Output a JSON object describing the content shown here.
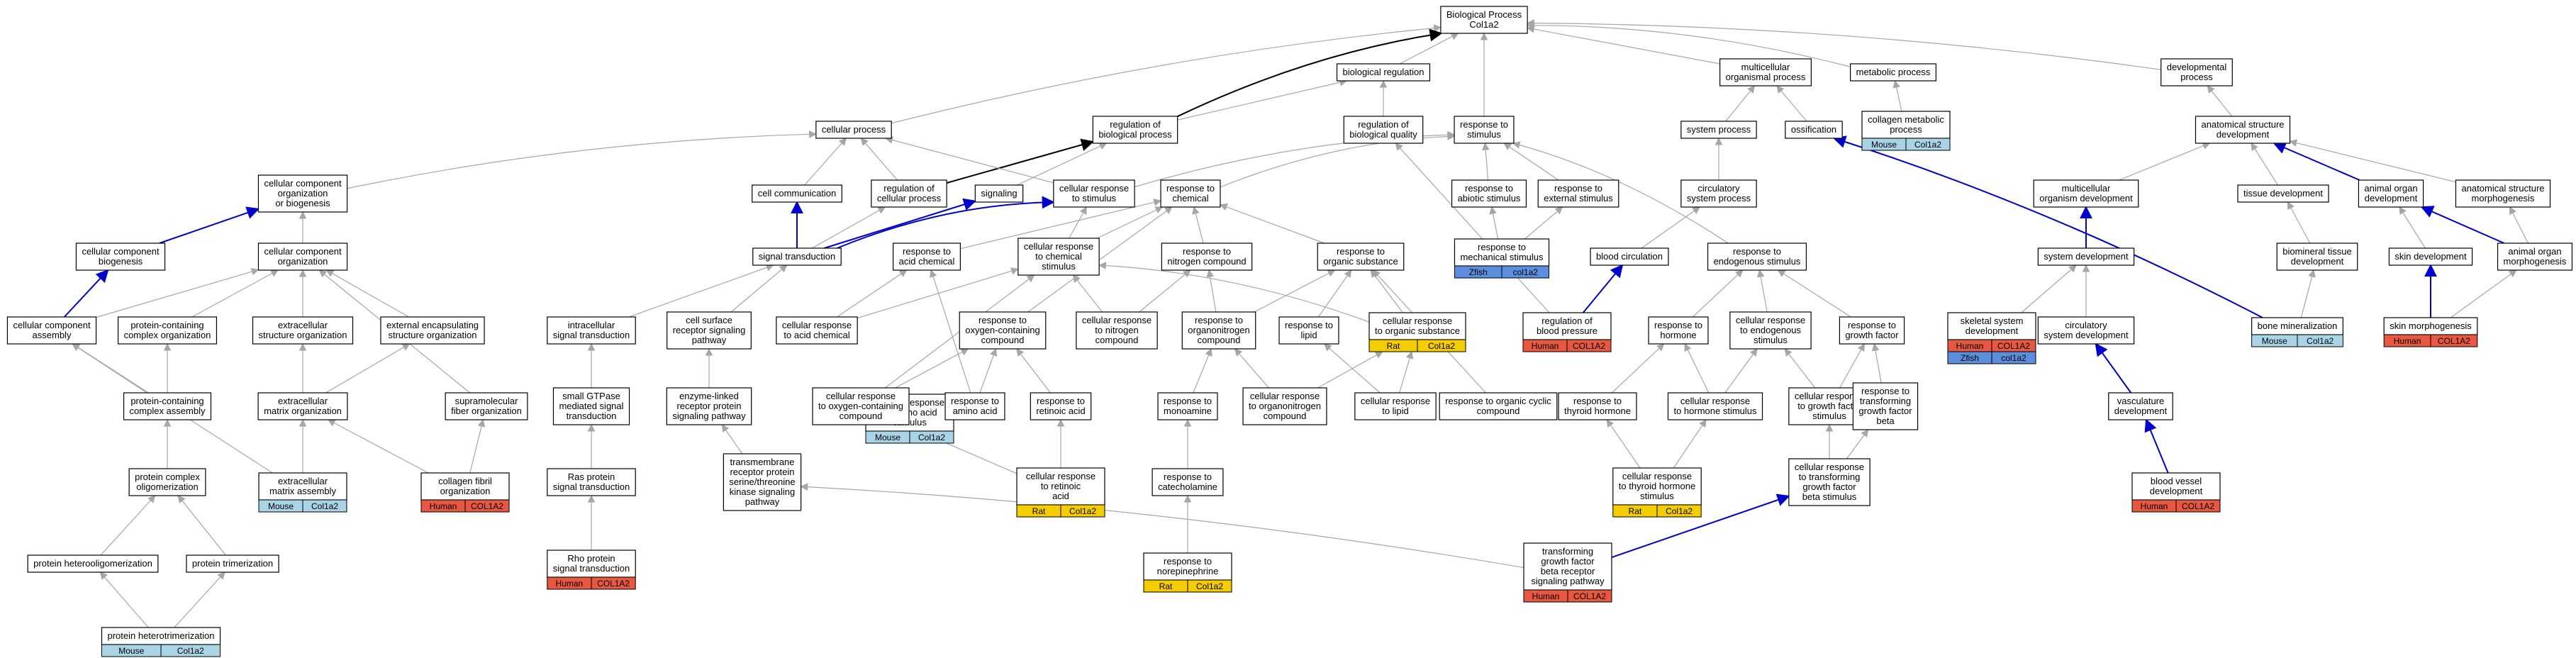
{
  "colors": {
    "edge_default": "#a6a6a6",
    "edge_blue": "#0000cc",
    "edge_black": "#000000",
    "Human": "#e8573f",
    "Mouse": "#a8d4e6",
    "Rat": "#f5cc00",
    "Zfish": "#5b8fde"
  },
  "nodes": [
    {
      "id": "root",
      "lines": [
        "Biological Process",
        "Col1a2"
      ]
    },
    {
      "id": "bioreg",
      "lines": [
        "biological regulation"
      ]
    },
    {
      "id": "multorg",
      "lines": [
        "multicellular",
        "organismal process"
      ]
    },
    {
      "id": "metab",
      "lines": [
        "metabolic process"
      ]
    },
    {
      "id": "devproc",
      "lines": [
        "developmental",
        "process"
      ]
    },
    {
      "id": "cellproc",
      "lines": [
        "cellular process"
      ]
    },
    {
      "id": "regbio",
      "lines": [
        "regulation of",
        "biological process"
      ]
    },
    {
      "id": "regbq",
      "lines": [
        "regulation of",
        "biological quality"
      ]
    },
    {
      "id": "resp_stim",
      "lines": [
        "response to",
        "stimulus"
      ]
    },
    {
      "id": "sysproc",
      "lines": [
        "system process"
      ]
    },
    {
      "id": "ossif",
      "lines": [
        "ossification"
      ]
    },
    {
      "id": "collmet",
      "lines": [
        "collagen metabolic",
        "process"
      ],
      "tags": [
        [
          "Mouse",
          "Col1a2"
        ]
      ]
    },
    {
      "id": "asd",
      "lines": [
        "anatomical structure",
        "development"
      ]
    },
    {
      "id": "ccob",
      "lines": [
        "cellular component",
        "organization",
        "or biogenesis"
      ]
    },
    {
      "id": "cellcomm",
      "lines": [
        "cell communication"
      ]
    },
    {
      "id": "regcp",
      "lines": [
        "regulation of",
        "cellular process"
      ]
    },
    {
      "id": "signaling",
      "lines": [
        "signaling"
      ]
    },
    {
      "id": "crstim",
      "lines": [
        "cellular response",
        "to stimulus"
      ]
    },
    {
      "id": "rchem",
      "lines": [
        "response to",
        "chemical"
      ]
    },
    {
      "id": "rabio",
      "lines": [
        "response to",
        "abiotic stimulus"
      ]
    },
    {
      "id": "rext",
      "lines": [
        "response to",
        "external stimulus"
      ]
    },
    {
      "id": "circ",
      "lines": [
        "circulatory",
        "system process"
      ]
    },
    {
      "id": "mod",
      "lines": [
        "multicellular",
        "organism development"
      ]
    },
    {
      "id": "tissdev",
      "lines": [
        "tissue development"
      ]
    },
    {
      "id": "aod",
      "lines": [
        "animal organ",
        "development"
      ]
    },
    {
      "id": "asm",
      "lines": [
        "anatomical structure",
        "morphogenesis"
      ]
    },
    {
      "id": "ccb",
      "lines": [
        "cellular component",
        "biogenesis"
      ]
    },
    {
      "id": "cco",
      "lines": [
        "cellular component",
        "organization"
      ]
    },
    {
      "id": "sigtrans",
      "lines": [
        "signal transduction"
      ]
    },
    {
      "id": "racid",
      "lines": [
        "response to",
        "acid chemical"
      ]
    },
    {
      "id": "crchem",
      "lines": [
        "cellular response",
        "to chemical",
        "stimulus"
      ]
    },
    {
      "id": "rnitro",
      "lines": [
        "response to",
        "nitrogen compound"
      ]
    },
    {
      "id": "rorg",
      "lines": [
        "response to",
        "organic substance"
      ]
    },
    {
      "id": "rmech",
      "lines": [
        "response to",
        "mechanical stimulus"
      ],
      "tags": [
        [
          "Zfish",
          "col1a2"
        ]
      ]
    },
    {
      "id": "bloodcirc",
      "lines": [
        "blood circulation"
      ]
    },
    {
      "id": "rendo",
      "lines": [
        "response to",
        "endogenous stimulus"
      ]
    },
    {
      "id": "sysdev",
      "lines": [
        "system development"
      ]
    },
    {
      "id": "biomin",
      "lines": [
        "biomineral tissue",
        "development"
      ]
    },
    {
      "id": "skindev",
      "lines": [
        "skin development"
      ]
    },
    {
      "id": "aom",
      "lines": [
        "animal organ",
        "morphogenesis"
      ]
    },
    {
      "id": "cca",
      "lines": [
        "cellular component",
        "assembly"
      ]
    },
    {
      "id": "pcco",
      "lines": [
        "protein-containing",
        "complex organization"
      ]
    },
    {
      "id": "eso",
      "lines": [
        "extracellular",
        "structure organization"
      ]
    },
    {
      "id": "eeso",
      "lines": [
        "external encapsulating",
        "structure organization"
      ]
    },
    {
      "id": "ist",
      "lines": [
        "intracellular",
        "signal transduction"
      ]
    },
    {
      "id": "csrsp",
      "lines": [
        "cell surface",
        "receptor signaling",
        "pathway"
      ]
    },
    {
      "id": "cracid",
      "lines": [
        "cellular response",
        "to acid chemical"
      ]
    },
    {
      "id": "roc",
      "lines": [
        "response to",
        "oxygen-containing",
        "compound"
      ]
    },
    {
      "id": "crnitro",
      "lines": [
        "cellular response",
        "to nitrogen",
        "compound"
      ]
    },
    {
      "id": "rorgn",
      "lines": [
        "response to",
        "organonitrogen",
        "compound"
      ]
    },
    {
      "id": "rlipid",
      "lines": [
        "response to",
        "lipid"
      ]
    },
    {
      "id": "crorg",
      "lines": [
        "cellular response",
        "to organic substance"
      ],
      "tags": [
        [
          "Rat",
          "Col1a2"
        ]
      ]
    },
    {
      "id": "regbp",
      "lines": [
        "regulation of",
        "blood pressure"
      ],
      "tags": [
        [
          "Human",
          "COL1A2"
        ]
      ]
    },
    {
      "id": "rhorm",
      "lines": [
        "response to",
        "hormone"
      ]
    },
    {
      "id": "crendo",
      "lines": [
        "cellular response",
        "to endogenous",
        "stimulus"
      ]
    },
    {
      "id": "rgf",
      "lines": [
        "response to",
        "growth factor"
      ]
    },
    {
      "id": "skel",
      "lines": [
        "skeletal system",
        "development"
      ],
      "tags": [
        [
          "Human",
          "COL1A2"
        ],
        [
          "Zfish",
          "col1a2"
        ]
      ]
    },
    {
      "id": "csd",
      "lines": [
        "circulatory",
        "system development"
      ]
    },
    {
      "id": "bonemin",
      "lines": [
        "bone mineralization"
      ],
      "tags": [
        [
          "Mouse",
          "Col1a2"
        ]
      ]
    },
    {
      "id": "skinmorph",
      "lines": [
        "skin morphogenesis"
      ],
      "tags": [
        [
          "Human",
          "COL1A2"
        ]
      ]
    },
    {
      "id": "pcca",
      "lines": [
        "protein-containing",
        "complex assembly"
      ]
    },
    {
      "id": "ema",
      "lines": [
        "extracellular",
        "matrix organization"
      ]
    },
    {
      "id": "sfo",
      "lines": [
        "supramolecular",
        "fiber organization"
      ]
    },
    {
      "id": "sgtp",
      "lines": [
        "small GTPase",
        "mediated signal",
        "transduction"
      ]
    },
    {
      "id": "elrsp",
      "lines": [
        "enzyme-linked",
        "receptor protein",
        "signaling pathway"
      ]
    },
    {
      "id": "craa",
      "lines": [
        "cellular response",
        "to amino acid",
        "stimulus"
      ],
      "tags": [
        [
          "Mouse",
          "Col1a2"
        ]
      ]
    },
    {
      "id": "croc",
      "lines": [
        "cellular response",
        "to oxygen-containing",
        "compound"
      ]
    },
    {
      "id": "raa",
      "lines": [
        "response to",
        "amino acid"
      ]
    },
    {
      "id": "rra",
      "lines": [
        "response to",
        "retinoic acid"
      ]
    },
    {
      "id": "rmono",
      "lines": [
        "response to",
        "monoamine"
      ]
    },
    {
      "id": "crorgn",
      "lines": [
        "cellular response",
        "to organonitrogen",
        "compound"
      ]
    },
    {
      "id": "crlipid",
      "lines": [
        "cellular response",
        "to lipid"
      ]
    },
    {
      "id": "rocc",
      "lines": [
        "response to organic cyclic",
        "compound"
      ]
    },
    {
      "id": "rth",
      "lines": [
        "response to",
        "thyroid hormone"
      ]
    },
    {
      "id": "crhorm",
      "lines": [
        "cellular response",
        "to hormone stimulus"
      ]
    },
    {
      "id": "crgf",
      "lines": [
        "cellular response",
        "to growth factor",
        "stimulus"
      ]
    },
    {
      "id": "rtgfb",
      "lines": [
        "response to",
        "transforming",
        "growth factor",
        "beta"
      ]
    },
    {
      "id": "vasc",
      "lines": [
        "vasculature",
        "development"
      ]
    },
    {
      "id": "pco",
      "lines": [
        "protein complex",
        "oligomerization"
      ]
    },
    {
      "id": "ema2",
      "lines": [
        "extracellular",
        "matrix assembly"
      ],
      "tags": [
        [
          "Mouse",
          "Col1a2"
        ]
      ]
    },
    {
      "id": "cfo",
      "lines": [
        "collagen fibril",
        "organization"
      ],
      "tags": [
        [
          "Human",
          "COL1A2"
        ]
      ]
    },
    {
      "id": "ras",
      "lines": [
        "Ras protein",
        "signal transduction"
      ]
    },
    {
      "id": "tmrp",
      "lines": [
        "transmembrane",
        "receptor protein",
        "serine/threonine",
        "kinase signaling",
        "pathway"
      ]
    },
    {
      "id": "crra",
      "lines": [
        "cellular response",
        "to retinoic",
        "acid"
      ],
      "tags": [
        [
          "Rat",
          "Col1a2"
        ]
      ]
    },
    {
      "id": "rcat",
      "lines": [
        "response to",
        "catecholamine"
      ]
    },
    {
      "id": "crth",
      "lines": [
        "cellular response",
        "to thyroid hormone",
        "stimulus"
      ],
      "tags": [
        [
          "Rat",
          "Col1a2"
        ]
      ]
    },
    {
      "id": "crtgfb",
      "lines": [
        "cellular response",
        "to transforming",
        "growth factor",
        "beta stimulus"
      ]
    },
    {
      "id": "bvd",
      "lines": [
        "blood vessel",
        "development"
      ],
      "tags": [
        [
          "Human",
          "COL1A2"
        ]
      ]
    },
    {
      "id": "phet",
      "lines": [
        "protein heterooligomerization"
      ]
    },
    {
      "id": "ptri",
      "lines": [
        "protein trimerization"
      ]
    },
    {
      "id": "rho",
      "lines": [
        "Rho protein",
        "signal transduction"
      ],
      "tags": [
        [
          "Human",
          "COL1A2"
        ]
      ]
    },
    {
      "id": "tgfb",
      "lines": [
        "transforming",
        "growth factor",
        "beta receptor",
        "signaling pathway"
      ],
      "tags": [
        [
          "Human",
          "COL1A2"
        ]
      ]
    },
    {
      "id": "rnorep",
      "lines": [
        "response to",
        "norepinephrine"
      ],
      "tags": [
        [
          "Rat",
          "Col1a2"
        ]
      ]
    },
    {
      "id": "phett",
      "lines": [
        "protein heterotrimerization"
      ],
      "tags": [
        [
          "Mouse",
          "Col1a2"
        ]
      ]
    }
  ],
  "edges": [
    [
      "bioreg",
      "root",
      "g"
    ],
    [
      "multorg",
      "root",
      "g"
    ],
    [
      "metab",
      "root",
      "g"
    ],
    [
      "devproc",
      "root",
      "g"
    ],
    [
      "cellproc",
      "root",
      "g"
    ],
    [
      "regbio",
      "root",
      "k"
    ],
    [
      "resp_stim",
      "root",
      "g"
    ],
    [
      "regbio",
      "bioreg",
      "g"
    ],
    [
      "regbq",
      "bioreg",
      "g"
    ],
    [
      "sysproc",
      "multorg",
      "g"
    ],
    [
      "ossif",
      "multorg",
      "g"
    ],
    [
      "collmet",
      "metab",
      "g"
    ],
    [
      "asd",
      "devproc",
      "g"
    ],
    [
      "ccob",
      "cellproc",
      "g"
    ],
    [
      "cellcomm",
      "cellproc",
      "g"
    ],
    [
      "regcp",
      "cellproc",
      "g"
    ],
    [
      "regcp",
      "regbio",
      "k"
    ],
    [
      "signaling",
      "regbio",
      "g"
    ],
    [
      "crstim",
      "cellproc",
      "g"
    ],
    [
      "crstim",
      "resp_stim",
      "g"
    ],
    [
      "rchem",
      "resp_stim",
      "g"
    ],
    [
      "rabio",
      "resp_stim",
      "g"
    ],
    [
      "rext",
      "resp_stim",
      "g"
    ],
    [
      "circ",
      "sysproc",
      "g"
    ],
    [
      "mod",
      "asd",
      "g"
    ],
    [
      "tissdev",
      "asd",
      "g"
    ],
    [
      "aod",
      "asd",
      "b"
    ],
    [
      "asm",
      "asd",
      "g"
    ],
    [
      "ccb",
      "ccob",
      "b"
    ],
    [
      "cco",
      "ccob",
      "g"
    ],
    [
      "sigtrans",
      "cellcomm",
      "b"
    ],
    [
      "sigtrans",
      "signaling",
      "b"
    ],
    [
      "sigtrans",
      "crstim",
      "b"
    ],
    [
      "sigtrans",
      "regcp",
      "g"
    ],
    [
      "racid",
      "rchem",
      "g"
    ],
    [
      "crchem",
      "rchem",
      "g"
    ],
    [
      "crchem",
      "crstim",
      "g"
    ],
    [
      "rnitro",
      "rchem",
      "g"
    ],
    [
      "rorg",
      "rchem",
      "g"
    ],
    [
      "rmech",
      "rabio",
      "g"
    ],
    [
      "rmech",
      "rext",
      "g"
    ],
    [
      "bloodcirc",
      "circ",
      "g"
    ],
    [
      "rendo",
      "resp_stim",
      "g"
    ],
    [
      "sysdev",
      "mod",
      "b"
    ],
    [
      "biomin",
      "tissdev",
      "g"
    ],
    [
      "skindev",
      "aod",
      "g"
    ],
    [
      "aom",
      "aod",
      "b"
    ],
    [
      "aom",
      "asm",
      "g"
    ],
    [
      "cca",
      "ccb",
      "b"
    ],
    [
      "cca",
      "cco",
      "g"
    ],
    [
      "pcco",
      "cco",
      "g"
    ],
    [
      "eso",
      "cco",
      "g"
    ],
    [
      "eeso",
      "cco",
      "g"
    ],
    [
      "ist",
      "sigtrans",
      "g"
    ],
    [
      "csrsp",
      "sigtrans",
      "g"
    ],
    [
      "cracid",
      "racid",
      "g"
    ],
    [
      "cracid",
      "crchem",
      "g"
    ],
    [
      "roc",
      "rchem",
      "g"
    ],
    [
      "crnitro",
      "rnitro",
      "g"
    ],
    [
      "crnitro",
      "crchem",
      "g"
    ],
    [
      "rorgn",
      "rnitro",
      "g"
    ],
    [
      "rorgn",
      "rorg",
      "g"
    ],
    [
      "rlipid",
      "rorg",
      "g"
    ],
    [
      "crorg",
      "rorg",
      "g"
    ],
    [
      "crorg",
      "crchem",
      "g"
    ],
    [
      "regbp",
      "bloodcirc",
      "b"
    ],
    [
      "regbp",
      "regbq",
      "g"
    ],
    [
      "rhorm",
      "rendo",
      "g"
    ],
    [
      "crendo",
      "rendo",
      "g"
    ],
    [
      "rgf",
      "rendo",
      "g"
    ],
    [
      "skel",
      "sysdev",
      "g"
    ],
    [
      "csd",
      "sysdev",
      "g"
    ],
    [
      "bonemin",
      "biomin",
      "g"
    ],
    [
      "bonemin",
      "ossif",
      "b"
    ],
    [
      "skinmorph",
      "skindev",
      "b"
    ],
    [
      "skinmorph",
      "aom",
      "g"
    ],
    [
      "pcca",
      "pcco",
      "g"
    ],
    [
      "pcca",
      "cca",
      "g"
    ],
    [
      "ema",
      "eso",
      "g"
    ],
    [
      "ema",
      "eeso",
      "g"
    ],
    [
      "sfo",
      "cco",
      "g"
    ],
    [
      "sgtp",
      "ist",
      "g"
    ],
    [
      "elrsp",
      "csrsp",
      "g"
    ],
    [
      "craa",
      "raa",
      "g"
    ],
    [
      "craa",
      "croc",
      "g"
    ],
    [
      "croc",
      "roc",
      "g"
    ],
    [
      "croc",
      "crchem",
      "g"
    ],
    [
      "raa",
      "roc",
      "g"
    ],
    [
      "raa",
      "racid",
      "g"
    ],
    [
      "rra",
      "roc",
      "g"
    ],
    [
      "rmono",
      "rorgn",
      "g"
    ],
    [
      "crorgn",
      "rorgn",
      "g"
    ],
    [
      "crorgn",
      "crorg",
      "g"
    ],
    [
      "crlipid",
      "rlipid",
      "g"
    ],
    [
      "crlipid",
      "crorg",
      "g"
    ],
    [
      "rocc",
      "rorg",
      "g"
    ],
    [
      "rth",
      "rhorm",
      "g"
    ],
    [
      "crhorm",
      "rhorm",
      "g"
    ],
    [
      "crhorm",
      "crendo",
      "g"
    ],
    [
      "crgf",
      "rgf",
      "g"
    ],
    [
      "crgf",
      "crendo",
      "g"
    ],
    [
      "rtgfb",
      "rgf",
      "g"
    ],
    [
      "vasc",
      "csd",
      "b"
    ],
    [
      "pco",
      "pcca",
      "g"
    ],
    [
      "ema2",
      "ema",
      "g"
    ],
    [
      "ema2",
      "cca",
      "g"
    ],
    [
      "cfo",
      "sfo",
      "g"
    ],
    [
      "cfo",
      "ema",
      "g"
    ],
    [
      "ras",
      "sgtp",
      "g"
    ],
    [
      "tmrp",
      "elrsp",
      "g"
    ],
    [
      "crra",
      "rra",
      "g"
    ],
    [
      "crra",
      "croc",
      "g"
    ],
    [
      "rcat",
      "rmono",
      "g"
    ],
    [
      "crth",
      "rth",
      "g"
    ],
    [
      "crth",
      "crhorm",
      "g"
    ],
    [
      "crtgfb",
      "crgf",
      "g"
    ],
    [
      "crtgfb",
      "rtgfb",
      "g"
    ],
    [
      "bvd",
      "vasc",
      "b"
    ],
    [
      "phet",
      "pco",
      "g"
    ],
    [
      "ptri",
      "pco",
      "g"
    ],
    [
      "rho",
      "ras",
      "g"
    ],
    [
      "tgfb",
      "tmrp",
      "g"
    ],
    [
      "tgfb",
      "crtgfb",
      "b"
    ],
    [
      "rnorep",
      "rcat",
      "g"
    ],
    [
      "phett",
      "phet",
      "g"
    ],
    [
      "phett",
      "ptri",
      "g"
    ]
  ]
}
